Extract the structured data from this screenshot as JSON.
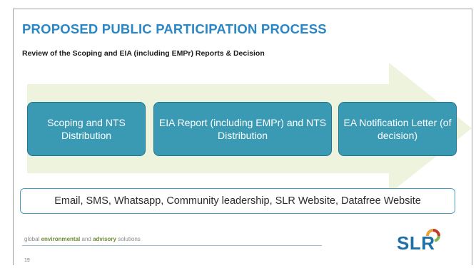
{
  "slide": {
    "title": "PROPOSED PUBLIC PARTICIPATION PROCESS",
    "subtitle": "Review of the Scoping and EIA (including EMPr) Reports & Decision"
  },
  "process": {
    "steps": [
      "Scoping and NTS Distribution",
      "EIA Report (including EMPr) and NTS Distribution",
      "EA Notification Letter (of decision)"
    ]
  },
  "channels": {
    "text": "Email, SMS, Whatsapp, Community leadership, SLR Website, Datafree Website"
  },
  "footer": {
    "tagline_prefix": "global ",
    "tagline_bold1": "environmental",
    "tagline_mid": " and ",
    "tagline_bold2": "advisory",
    "tagline_suffix": " solutions",
    "page_number": "19",
    "logo_text": "SLR"
  },
  "colors": {
    "title": "#2b86c5",
    "arrow": "#eef3dd",
    "box": "#3a9ab3",
    "logo": "#1f6fa8"
  }
}
